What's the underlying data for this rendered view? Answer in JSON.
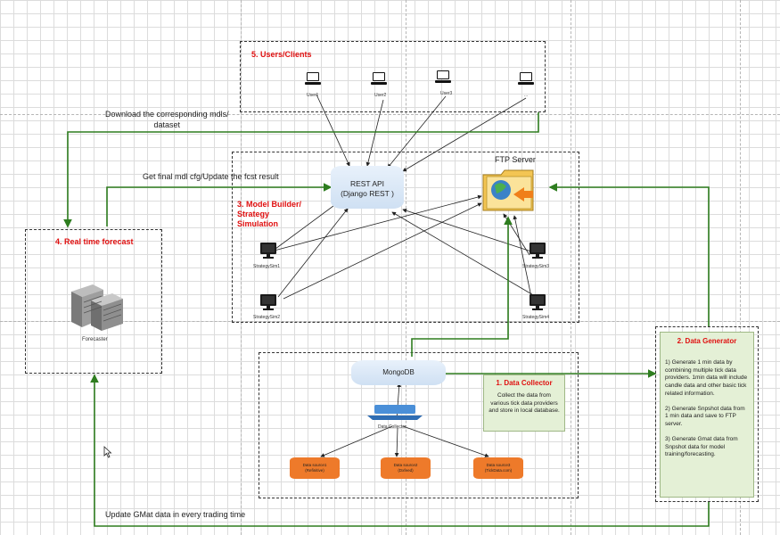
{
  "users": {
    "title": "5. Users/Clients",
    "labels": [
      "User1",
      "User2",
      "User3",
      "..."
    ]
  },
  "download_label": "Download the corresponding mdls/\ndataset",
  "get_final_label": "Get final mdl cfg/Update the fcst result",
  "ftp_server_label": "FTP Server",
  "rest_api": {
    "line1": "REST API",
    "line2": "(Django REST )"
  },
  "model_builder": {
    "title": "3. Model Builder/\nStrategy\nSimulation"
  },
  "strategy_sims": [
    "StrategySim1",
    "StrategySim2",
    "StrategySim3",
    "StrategySim4"
  ],
  "realtime": {
    "title": "4. Real time forecast",
    "forecaster_label": "Forecaster"
  },
  "mongodb_label": "MongoDB",
  "data_collector": {
    "title": "1. Data Collector",
    "description": "Collect the data from various tick data providers and store in local database.",
    "label": "Data Collector"
  },
  "data_sources": [
    {
      "line1": "Data source1",
      "line2": "(Refinitive)"
    },
    {
      "line1": "Data source2",
      "line2": "(Dxfeed)"
    },
    {
      "line1": "Data source3",
      "line2": "(TickData.com)"
    }
  ],
  "data_generator": {
    "title": "2. Data Generator",
    "items": [
      "1) Generate 1 min data by combining multiple tick data providers. 1min data will include candle data and other basic tick related information.",
      "2) Generate Snpshot data from 1 min data and save to FTP server.",
      "3) Generate Gmat data from Snpshot data for model training/forecasting."
    ]
  },
  "update_gmat_label": "Update GMat data in every trading time",
  "colors": {
    "title_red": "#e01010",
    "arrow_green": "#2e7d1f",
    "orange": "#ee7a2a",
    "note_green": "#e4f0d6"
  }
}
